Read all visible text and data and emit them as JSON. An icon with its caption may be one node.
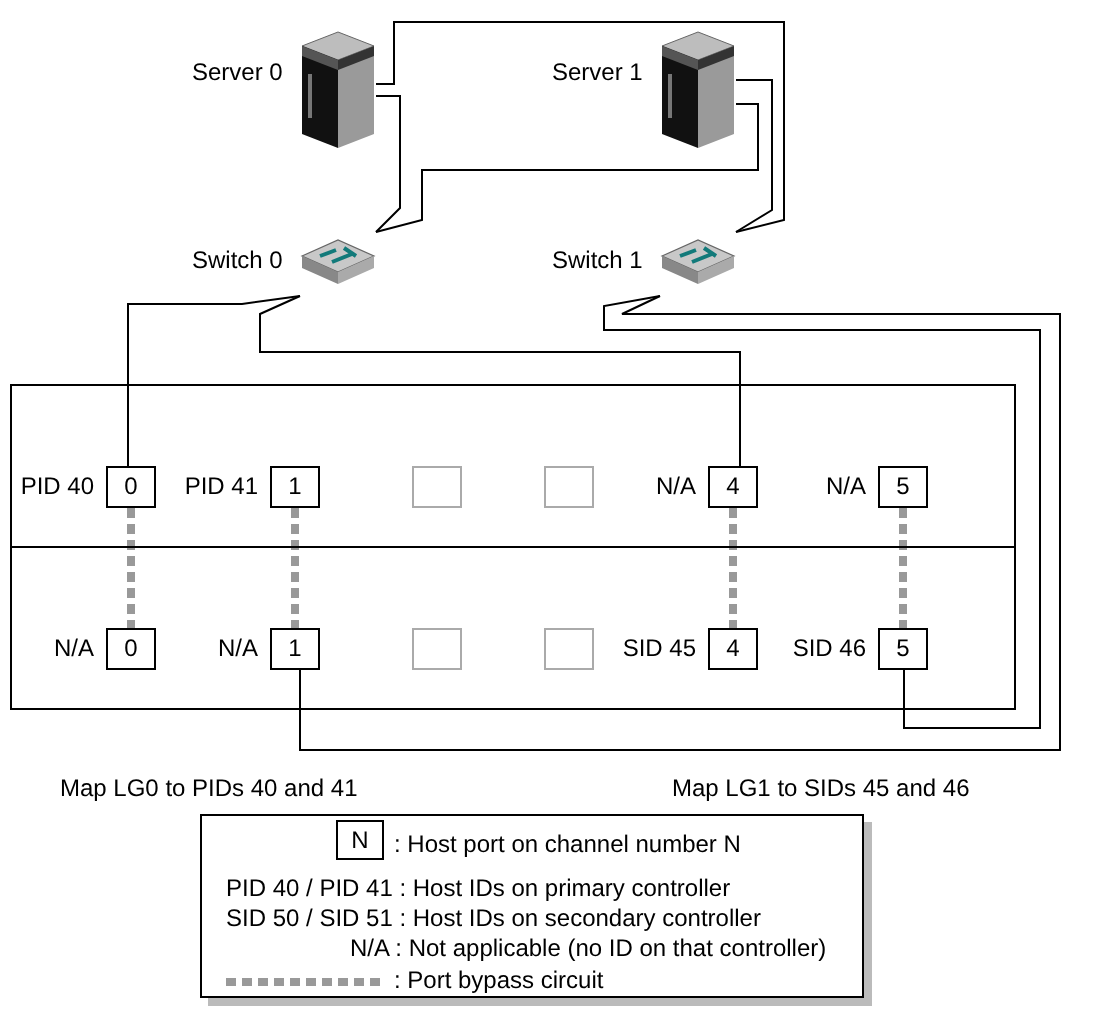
{
  "diagram": {
    "nodes": [
      {
        "text": [
          "Server 0"
        ]
      },
      {
        "text": [
          "Server 1"
        ]
      },
      {
        "text": [
          "Switch 0"
        ]
      },
      {
        "text": [
          "Switch 1"
        ]
      },
      {
        "text": [],
        "shape": "box"
      },
      {
        "text": [],
        "shape": "box"
      },
      {
        "text": [
          "0"
        ],
        "beside": [
          "PID 40"
        ],
        "in": 4
      },
      {
        "text": [
          "1"
        ],
        "beside": [
          "PID 41"
        ],
        "in": 4
      },
      {
        "text": [],
        "shape": "box",
        "in": 4
      },
      {
        "text": [],
        "shape": "box",
        "in": 4
      },
      {
        "text": [
          "4"
        ],
        "beside": [
          "N/A"
        ],
        "in": 4
      },
      {
        "text": [
          "5"
        ],
        "beside": [
          "N/A"
        ],
        "in": 4
      },
      {
        "text": [
          "0"
        ],
        "beside": [
          "N/A"
        ],
        "in": 5
      },
      {
        "text": [
          "1"
        ],
        "beside": [
          "N/A"
        ],
        "in": 5
      },
      {
        "text": [],
        "shape": "box",
        "in": 5
      },
      {
        "text": [],
        "shape": "box",
        "in": 5
      },
      {
        "text": [
          "4"
        ],
        "beside": [
          "SID 45"
        ],
        "in": 5
      },
      {
        "text": [
          "5"
        ],
        "beside": [
          "SID 46"
        ],
        "in": 5
      }
    ],
    "edges": [
      {
        "from": 0,
        "to": 2,
        "arrow": "none"
      },
      {
        "from": 0,
        "to": 3,
        "arrow": "none"
      },
      {
        "from": 1,
        "to": 3,
        "arrow": "none"
      },
      {
        "from": 1,
        "to": 2,
        "arrow": "none"
      },
      {
        "from": 2,
        "to": 6,
        "arrow": "none"
      },
      {
        "from": 2,
        "to": 10,
        "arrow": "none"
      },
      {
        "from": 3,
        "to": 17,
        "arrow": "none"
      },
      {
        "from": 3,
        "to": 13,
        "arrow": "none"
      },
      {
        "from": 6,
        "to": 12,
        "arrow": "none",
        "style": "dashed",
        "color": "#999999"
      },
      {
        "from": 7,
        "to": 13,
        "arrow": "none",
        "style": "dashed",
        "color": "#999999"
      },
      {
        "from": 10,
        "to": 16,
        "arrow": "none",
        "style": "dashed",
        "color": "#999999"
      },
      {
        "from": 11,
        "to": 17,
        "arrow": "none",
        "style": "dashed",
        "color": "#999999"
      }
    ],
    "labels": [
      "Map LG0 to PIDs 40 and 41",
      "Map LG1 to SIDs 45 and 46",
      "N"
    ],
    "legend": [
      {
        "text": ":  Host port on channel number N"
      },
      {
        "text": "PID 40 / PID 41 :  Host IDs on primary controller"
      },
      {
        "text": "SID 50 / SID 51 :  Host IDs on secondary controller"
      },
      {
        "text": "N/A :  Not applicable (no ID on that controller)"
      },
      {
        "text": ":  Port bypass circuit"
      }
    ]
  }
}
